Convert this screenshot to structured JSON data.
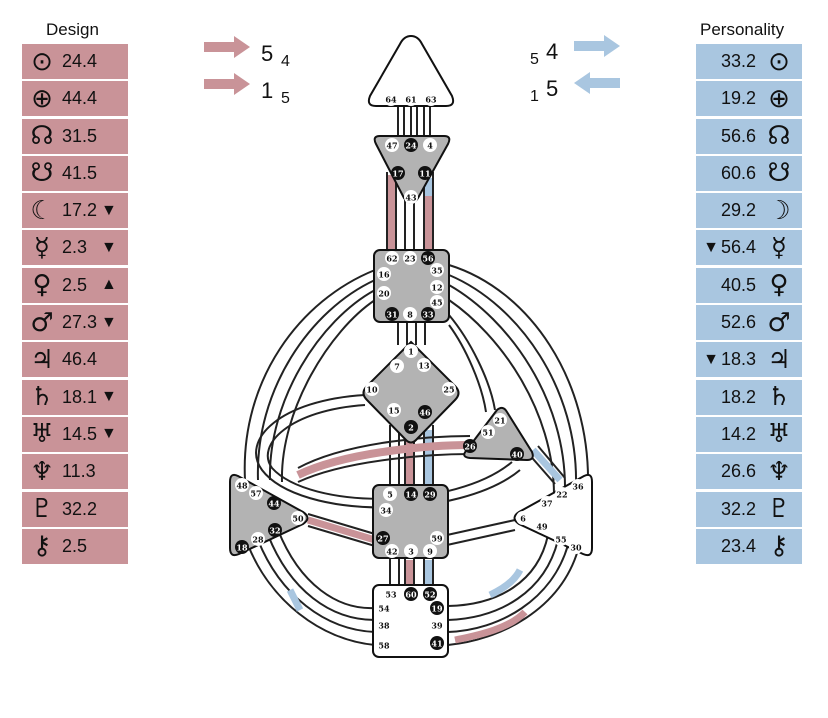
{
  "design": {
    "title": "Design",
    "rows": [
      {
        "icon": "sun-icon",
        "symbol": "⊙",
        "value": "24.4",
        "marker": ""
      },
      {
        "icon": "earth-icon",
        "symbol": "⊕",
        "value": "44.4",
        "marker": ""
      },
      {
        "icon": "north-node-icon",
        "symbol": "☊",
        "value": "31.5",
        "marker": ""
      },
      {
        "icon": "south-node-icon",
        "symbol": "☋",
        "value": "41.5",
        "marker": ""
      },
      {
        "icon": "moon-icon",
        "symbol": "☾",
        "value": "17.2",
        "marker": "▼"
      },
      {
        "icon": "mercury-icon",
        "symbol": "☿",
        "value": "2.3",
        "marker": "▼"
      },
      {
        "icon": "venus-icon",
        "symbol": "♀",
        "value": "2.5",
        "marker": "▲"
      },
      {
        "icon": "mars-icon",
        "symbol": "♂",
        "value": "27.3",
        "marker": "▼"
      },
      {
        "icon": "jupiter-icon",
        "symbol": "♃",
        "value": "46.4",
        "marker": ""
      },
      {
        "icon": "saturn-icon",
        "symbol": "♄",
        "value": "18.1",
        "marker": "▼"
      },
      {
        "icon": "uranus-icon",
        "symbol": "♅",
        "value": "14.5",
        "marker": "▼"
      },
      {
        "icon": "neptune-icon",
        "symbol": "♆",
        "value": "11.3",
        "marker": ""
      },
      {
        "icon": "pluto-icon",
        "symbol": "♇",
        "value": "32.2",
        "marker": ""
      },
      {
        "icon": "chiron-icon",
        "symbol": "⚷",
        "value": "2.5",
        "marker": ""
      }
    ]
  },
  "personality": {
    "title": "Personality",
    "rows": [
      {
        "icon": "sun-icon",
        "symbol": "⊙",
        "value": "33.2",
        "marker": ""
      },
      {
        "icon": "earth-icon",
        "symbol": "⊕",
        "value": "19.2",
        "marker": ""
      },
      {
        "icon": "north-node-icon",
        "symbol": "☊",
        "value": "56.6",
        "marker": ""
      },
      {
        "icon": "south-node-icon",
        "symbol": "☋",
        "value": "60.6",
        "marker": ""
      },
      {
        "icon": "moon-icon",
        "symbol": "☽",
        "value": "29.2",
        "marker": ""
      },
      {
        "icon": "mercury-icon",
        "symbol": "☿",
        "value": "56.4",
        "marker": "▼"
      },
      {
        "icon": "venus-icon",
        "symbol": "♀",
        "value": "40.5",
        "marker": ""
      },
      {
        "icon": "mars-icon",
        "symbol": "♂",
        "value": "52.6",
        "marker": ""
      },
      {
        "icon": "jupiter-icon",
        "symbol": "♃",
        "value": "18.3",
        "marker": "▼"
      },
      {
        "icon": "saturn-icon",
        "symbol": "♄",
        "value": "18.2",
        "marker": ""
      },
      {
        "icon": "uranus-icon",
        "symbol": "♅",
        "value": "14.2",
        "marker": ""
      },
      {
        "icon": "neptune-icon",
        "symbol": "♆",
        "value": "26.6",
        "marker": ""
      },
      {
        "icon": "pluto-icon",
        "symbol": "♇",
        "value": "32.2",
        "marker": ""
      },
      {
        "icon": "chiron-icon",
        "symbol": "⚷",
        "value": "23.4",
        "marker": ""
      }
    ]
  },
  "variables": {
    "design_top": {
      "big": "5",
      "sub": "4"
    },
    "design_bottom": {
      "big": "1",
      "sub": "5"
    },
    "personality_top": {
      "sub": "5",
      "big": "4"
    },
    "personality_bottom": {
      "sub": "1",
      "big": "5"
    }
  },
  "colors": {
    "design": "#c99398",
    "personality": "#a9c6e0",
    "defined_center": "#b3b3b3",
    "open_center": "#ffffff"
  },
  "centers": [
    {
      "name": "head",
      "defined": false,
      "gates": [
        {
          "n": "64",
          "active": false
        },
        {
          "n": "61",
          "active": false
        },
        {
          "n": "63",
          "active": false
        }
      ]
    },
    {
      "name": "ajna",
      "defined": true,
      "gates": [
        {
          "n": "47",
          "active": false
        },
        {
          "n": "24",
          "active": true
        },
        {
          "n": "4",
          "active": false
        },
        {
          "n": "17",
          "active": true
        },
        {
          "n": "11",
          "active": true
        },
        {
          "n": "43",
          "active": false
        }
      ]
    },
    {
      "name": "throat",
      "defined": true,
      "gates": [
        {
          "n": "62",
          "active": false
        },
        {
          "n": "23",
          "active": false
        },
        {
          "n": "56",
          "active": true
        },
        {
          "n": "16",
          "active": false
        },
        {
          "n": "35",
          "active": false
        },
        {
          "n": "20",
          "active": false
        },
        {
          "n": "12",
          "active": false
        },
        {
          "n": "45",
          "active": false
        },
        {
          "n": "31",
          "active": true
        },
        {
          "n": "8",
          "active": false
        },
        {
          "n": "33",
          "active": true
        }
      ]
    },
    {
      "name": "g-center",
      "defined": true,
      "gates": [
        {
          "n": "1",
          "active": false
        },
        {
          "n": "7",
          "active": false
        },
        {
          "n": "13",
          "active": false
        },
        {
          "n": "10",
          "active": false
        },
        {
          "n": "25",
          "active": false
        },
        {
          "n": "15",
          "active": false
        },
        {
          "n": "46",
          "active": true
        },
        {
          "n": "2",
          "active": true
        }
      ]
    },
    {
      "name": "ego",
      "defined": true,
      "gates": [
        {
          "n": "21",
          "active": false
        },
        {
          "n": "51",
          "active": false
        },
        {
          "n": "26",
          "active": true
        },
        {
          "n": "40",
          "active": true
        }
      ]
    },
    {
      "name": "spleen",
      "defined": true,
      "gates": [
        {
          "n": "48",
          "active": false
        },
        {
          "n": "57",
          "active": false
        },
        {
          "n": "44",
          "active": true
        },
        {
          "n": "50",
          "active": false
        },
        {
          "n": "32",
          "active": true
        },
        {
          "n": "28",
          "active": false
        },
        {
          "n": "18",
          "active": true
        }
      ]
    },
    {
      "name": "sacral",
      "defined": true,
      "gates": [
        {
          "n": "5",
          "active": false
        },
        {
          "n": "14",
          "active": true
        },
        {
          "n": "29",
          "active": true
        },
        {
          "n": "34",
          "active": false
        },
        {
          "n": "27",
          "active": true
        },
        {
          "n": "59",
          "active": false
        },
        {
          "n": "42",
          "active": false
        },
        {
          "n": "3",
          "active": false
        },
        {
          "n": "9",
          "active": false
        }
      ]
    },
    {
      "name": "solar-plexus",
      "defined": false,
      "gates": [
        {
          "n": "36",
          "active": false
        },
        {
          "n": "22",
          "active": false
        },
        {
          "n": "37",
          "active": false
        },
        {
          "n": "6",
          "active": false
        },
        {
          "n": "49",
          "active": false
        },
        {
          "n": "55",
          "active": false
        },
        {
          "n": "30",
          "active": false
        }
      ]
    },
    {
      "name": "root",
      "defined": false,
      "gates": [
        {
          "n": "53",
          "active": false
        },
        {
          "n": "60",
          "active": true
        },
        {
          "n": "52",
          "active": true
        },
        {
          "n": "54",
          "active": false
        },
        {
          "n": "19",
          "active": true
        },
        {
          "n": "38",
          "active": false
        },
        {
          "n": "39",
          "active": false
        },
        {
          "n": "58",
          "active": false
        },
        {
          "n": "41",
          "active": true
        }
      ]
    }
  ]
}
